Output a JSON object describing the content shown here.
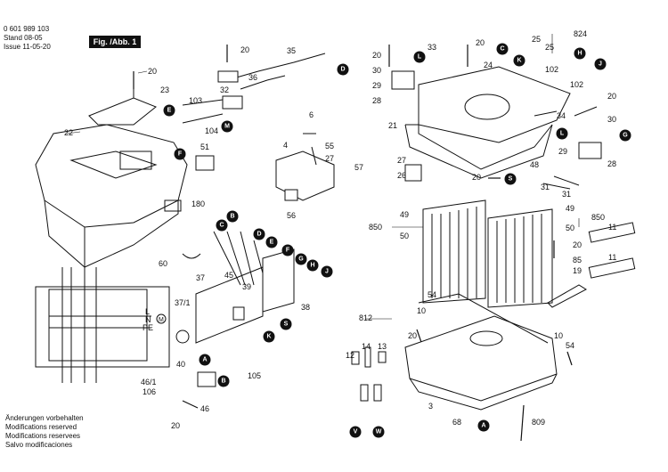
{
  "header": {
    "part_no": "0 601 989 103",
    "stand_label": "Stand",
    "stand_value": "08-05",
    "issue_label": "Issue",
    "issue_value": "11-05-20",
    "figure_label": "Fig. /Abb. 1"
  },
  "notes": [
    "Änderungen vorbehalten",
    "Modifications reserved",
    "Modifications reservees",
    "Salvo modificaciones"
  ],
  "diagram_labels": {
    "n20a": "20",
    "n23": "23",
    "n22": "22",
    "n103": "103",
    "n104": "104",
    "n32": "32",
    "n36": "36",
    "n35": "35",
    "n20b": "20",
    "n51": "51",
    "n180": "180",
    "n6": "6",
    "n4": "4",
    "n55": "55",
    "n27a": "27",
    "n57": "57",
    "n56": "56",
    "n60": "60",
    "n37": "37",
    "n45": "45",
    "n39": "39",
    "n37_1": "37/1",
    "n40": "40",
    "n38": "38",
    "n46_1": "46/1",
    "n106": "106",
    "n105": "105",
    "n46": "46",
    "n20c": "20",
    "n33": "33",
    "n20d": "20",
    "n30a": "30",
    "n29a": "29",
    "n28a": "28",
    "n21": "21",
    "n27b": "27",
    "n26": "26",
    "n20e": "20",
    "n48": "48",
    "n24": "24",
    "n25a": "25",
    "n25b": "25",
    "n824": "824",
    "n102a": "102",
    "n102b": "102",
    "n34": "34",
    "n20f": "20",
    "n30b": "30",
    "n29b": "29",
    "n28b": "28",
    "n31a": "31",
    "n31b": "31",
    "n850a": "850",
    "n49a": "49",
    "n50a": "50",
    "n49b": "49",
    "n850b": "850",
    "n50b": "50",
    "n20g": "20",
    "n11a": "11",
    "n85": "85",
    "n11b": "11",
    "n19": "19",
    "n54a": "54",
    "n10a": "10",
    "n20h": "20",
    "n812": "812",
    "n14": "14",
    "n12": "12",
    "n13": "13",
    "n10b": "10",
    "n54b": "54",
    "n3": "3",
    "n68": "68",
    "n809": "809"
  },
  "letter_markers": {
    "E1": "E",
    "F1": "F",
    "M1": "M",
    "L1": "L",
    "D1": "D",
    "C1": "C",
    "K1": "K",
    "H1": "H",
    "J1": "J",
    "G1": "G",
    "L2": "L",
    "S1": "S",
    "B1": "B",
    "C2": "C",
    "D2": "D",
    "E2": "E",
    "F2": "F",
    "G2": "G",
    "H2": "H",
    "J2": "J",
    "K2": "K",
    "S2": "S",
    "A1": "A",
    "B2": "B",
    "V1": "V",
    "W1": "W",
    "A2": "A"
  },
  "schematic": {
    "L": "L",
    "N": "N",
    "PE": "PE",
    "M": "M"
  },
  "colors": {
    "ink": "#111111",
    "marker_fill": "#111111",
    "marker_text": "#ffffff"
  }
}
